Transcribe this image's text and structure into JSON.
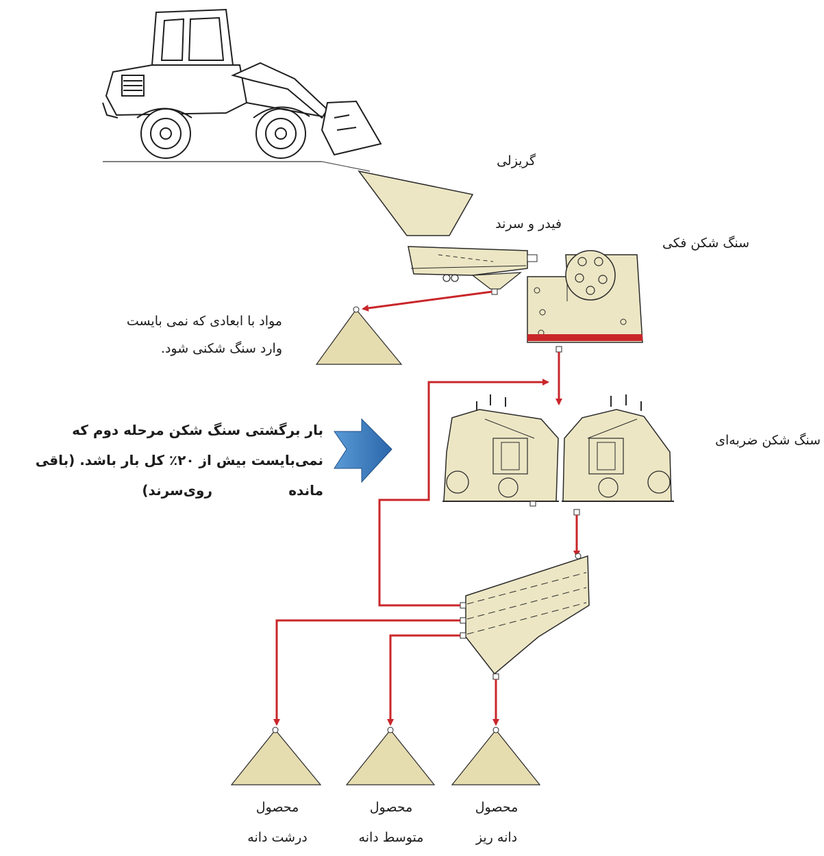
{
  "labels": {
    "grizzly": "گریزلی",
    "feeder_screen": "فیدر و سرند",
    "jaw_crusher": "سنگ شکن فکی",
    "oversize_reject_line1": "مواد با ابعادی که نمی بایست",
    "oversize_reject_line2": "وارد سنگ شکنی شود.",
    "return_load_line1": "بار برگشتی  سنگ شکن مرحله دوم که",
    "return_load_line2": "نمی‌بایست بیش از ۲۰٪ کل بار باشد. (باقی مانده",
    "return_load_line3": "روی‌سرند)",
    "impact_crusher": "سنگ شکن ضربه‌ای",
    "product_coarse_line1": "محصول",
    "product_coarse_line2": "درشت دانه",
    "product_medium_line1": "محصول",
    "product_medium_line2": "متوسط دانه",
    "product_fine_line1": "محصول",
    "product_fine_line2": "دانه ریز"
  },
  "colors": {
    "machine_fill": "#ece6c4",
    "pile_fill": "#e5dcb0",
    "outline": "#2a2a2a",
    "flow_arrow": "#c9262a",
    "jaw_plate": "#c9262a",
    "big_arrow": "#2f73b8"
  }
}
